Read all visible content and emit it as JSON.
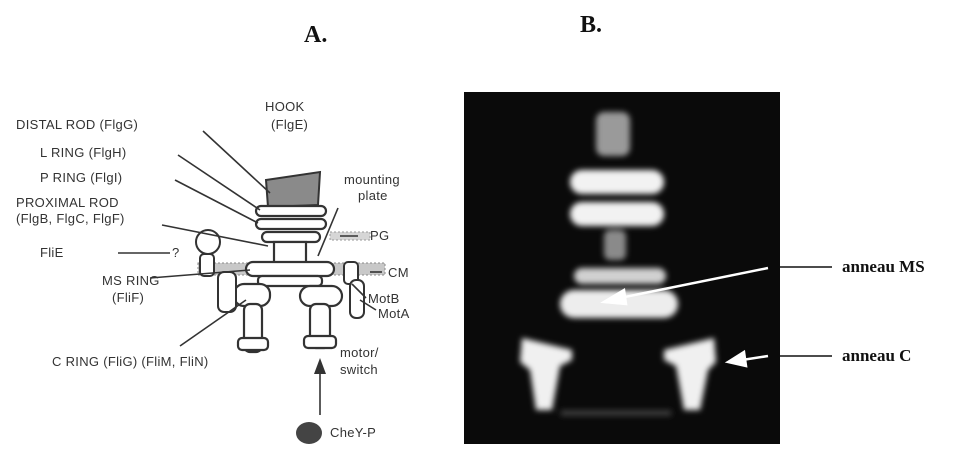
{
  "panels": {
    "a_title": "A.",
    "b_title": "B."
  },
  "diagram_a": {
    "hook": "HOOK",
    "hook_protein": "(FlgE)",
    "distal_rod": "DISTAL ROD (FlgG)",
    "l_ring": "L RING (FlgH)",
    "p_ring": "P RING (FlgI)",
    "proximal_rod": "PROXIMAL ROD",
    "proximal_rod_proteins": "(FlgB, FlgC, FlgF)",
    "flie": "FliE",
    "flie_mark": "?",
    "mounting_plate_1": "mounting",
    "mounting_plate_2": "plate",
    "pg": "PG",
    "cm": "CM",
    "motb": "MotB",
    "mota": "MotA",
    "ms_ring": "MS RING",
    "ms_ring_protein": "(FliF)",
    "c_ring": "C RING (FliG) (FliM, FliN)",
    "motor_switch_1": "motor/",
    "motor_switch_2": "switch",
    "chey": "CheY-P"
  },
  "panel_b": {
    "ms_ring_label": "anneau MS",
    "c_ring_label": "anneau C"
  }
}
